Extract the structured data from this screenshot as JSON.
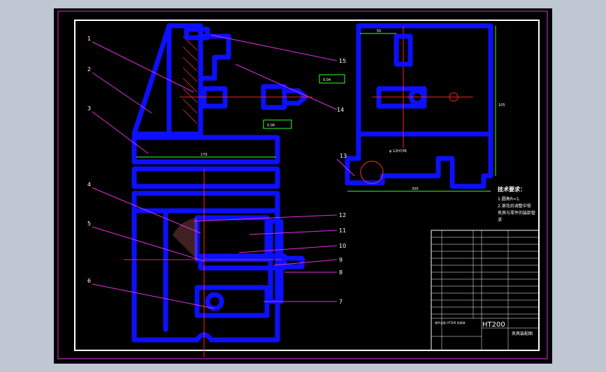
{
  "drawing": {
    "material": "HT200",
    "notes_title": "技术要求：",
    "notes_lines": [
      "1.圆角R=1.",
      "2.滚花后调整中钳",
      "  夹具与零件的装卸管",
      "  求"
    ],
    "leader_labels": [
      "1",
      "2",
      "3",
      "4",
      "5",
      "6",
      "7",
      "8",
      "9",
      "10",
      "11",
      "12",
      "13",
      "14",
      "15"
    ],
    "dims": {
      "width_main": "170",
      "tol_1": "0.04",
      "tol_2": "0.06",
      "top_left_dim": "55",
      "bottom_right_dim": "200",
      "height_right": "105",
      "dia_note": "φ 12H7/f6"
    },
    "title_block": {
      "title": "夹具装配图",
      "bottom_row": "调节支板 HT200 夹具体"
    }
  },
  "colors": {
    "sheet": "#000000",
    "part": "#0d10ff",
    "leader": "#e030e0",
    "center": "#ff2020",
    "dimension": "#30ff30",
    "border": "#ffffff"
  }
}
